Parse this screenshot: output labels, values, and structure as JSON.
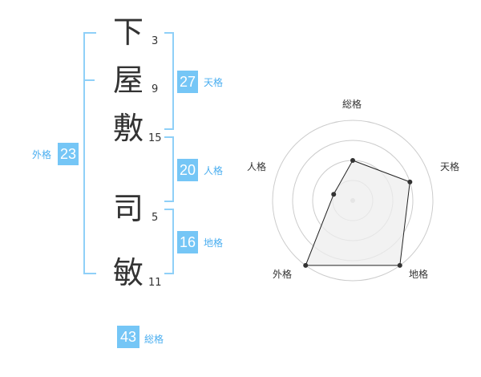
{
  "colors": {
    "badge": "#75c6f6",
    "bracket": "#8fd0f8",
    "label": "#4aaef0",
    "grid": "#cccccc",
    "fill": "#eeeeee"
  },
  "surname": [
    {
      "char": "下",
      "strokes": "3"
    },
    {
      "char": "屋",
      "strokes": "9"
    },
    {
      "char": "敷",
      "strokes": "15"
    }
  ],
  "given": [
    {
      "char": "司",
      "strokes": "5"
    },
    {
      "char": "敏",
      "strokes": "11"
    }
  ],
  "kakusu": {
    "tenkaku": {
      "value": "27",
      "label": "天格"
    },
    "jinkaku": {
      "value": "20",
      "label": "人格"
    },
    "chikaku": {
      "value": "16",
      "label": "地格"
    },
    "gaikaku": {
      "value": "23",
      "label": "外格"
    },
    "soukaku": {
      "value": "43",
      "label": "総格"
    }
  },
  "radar": {
    "axes": [
      "総格",
      "天格",
      "地格",
      "外格",
      "人格"
    ],
    "levels": 4,
    "values": [
      2,
      3,
      4,
      4,
      1
    ],
    "max": 4
  }
}
